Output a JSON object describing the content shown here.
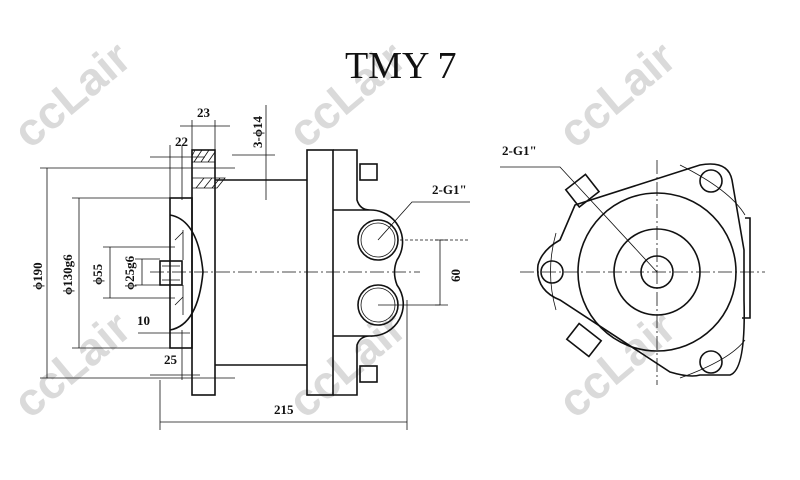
{
  "title": "TMY 7",
  "watermark": "ccLair",
  "dimensions": {
    "d23": "23",
    "d22": "22",
    "holes": "3-ϕ14",
    "d190": "ϕ190",
    "d130": "ϕ130g6",
    "d55": "ϕ55",
    "d25": "ϕ25g6",
    "d10": "10",
    "d25b": "25",
    "d215": "215",
    "d60": "60",
    "ports_side": "2-G1\"",
    "ports_end": "2-G1\""
  }
}
